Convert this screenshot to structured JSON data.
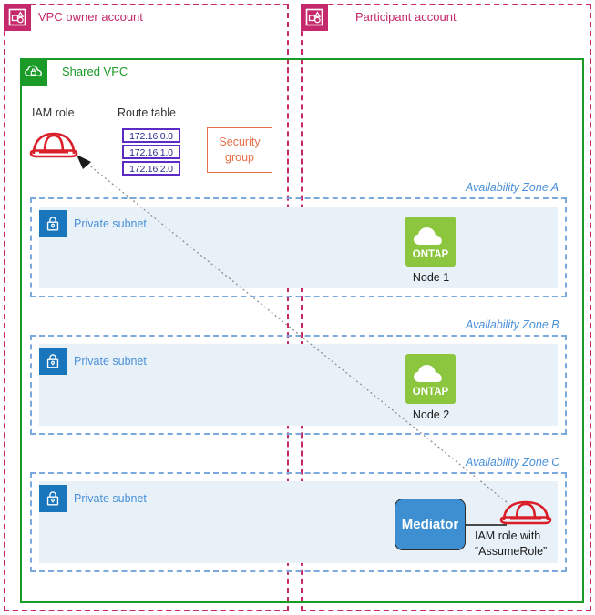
{
  "accounts": [
    {
      "label": "VPC owner account",
      "icon": "account-icon"
    },
    {
      "label": "Participant account",
      "icon": "account-icon"
    }
  ],
  "vpc": {
    "label": "Shared VPC",
    "icon": "vpc-cloud-lock-icon",
    "color": "#1a9b28"
  },
  "iam_role": {
    "label": "IAM role",
    "icon": "iam-role-helmet-icon",
    "color": "#d91f2a"
  },
  "route_table": {
    "label": "Route table",
    "entries": [
      "172.16.0.0",
      "172.16.1.0",
      "172.16.2.0"
    ],
    "border_color": "#5b2bc4"
  },
  "security_group": {
    "line1": "Security",
    "line2": "group",
    "color": "#e8704a"
  },
  "zones": [
    {
      "label": "Availability Zone A",
      "subnet": {
        "label": "Private subnet",
        "icon": "lock-icon"
      },
      "node": {
        "label": "Node 1",
        "icon": "ontap-icon",
        "icon_text": "ONTAP"
      }
    },
    {
      "label": "Availability Zone B",
      "subnet": {
        "label": "Private subnet",
        "icon": "lock-icon"
      },
      "node": {
        "label": "Node 2",
        "icon": "ontap-icon",
        "icon_text": "ONTAP"
      }
    },
    {
      "label": "Availability Zone C",
      "subnet": {
        "label": "Private subnet",
        "icon": "lock-icon"
      },
      "mediator": {
        "label": "Mediator",
        "color": "#3d8fd1"
      },
      "assume_role": {
        "line1": "IAM role with",
        "line2": "“AssumeRole”",
        "icon": "iam-role-helmet-icon"
      }
    }
  ],
  "colors": {
    "account_pink": "#c5296b",
    "vpc_green": "#1a9b28",
    "subnet_blue": "#1a76bc",
    "zone_blue": "#4a90d9",
    "ontap_green": "#8cc63f",
    "iam_red": "#d91f2a",
    "mediator_blue": "#3d8fd1",
    "route_purple": "#5b2bc4",
    "secgroup_orange": "#e8704a"
  }
}
